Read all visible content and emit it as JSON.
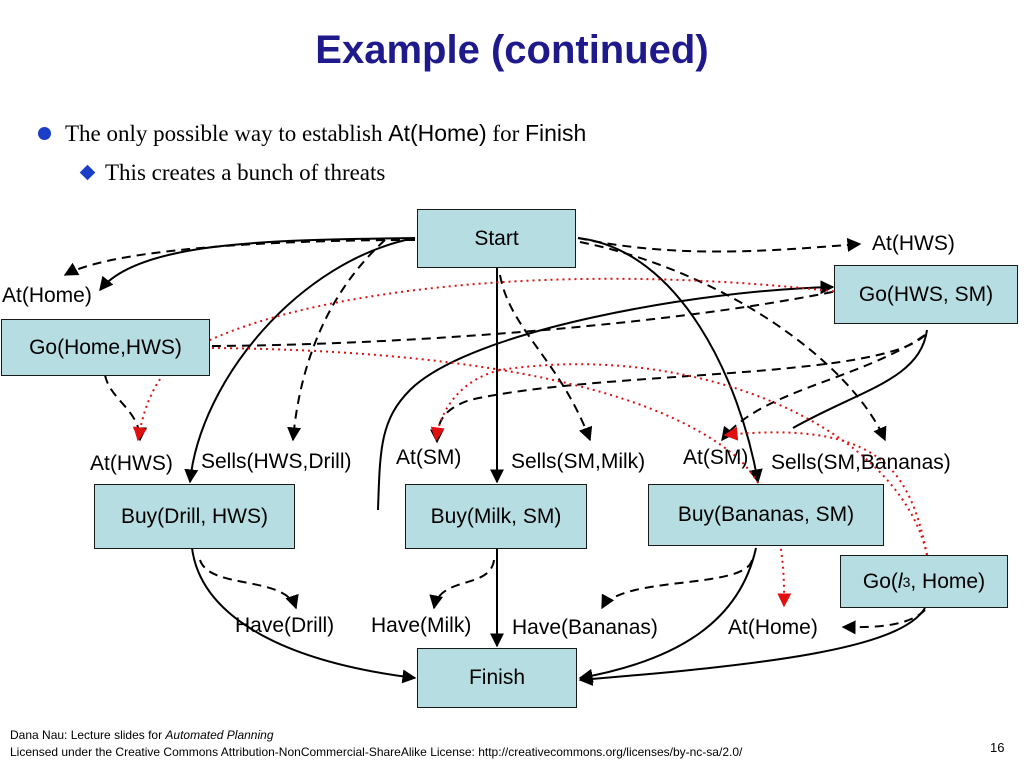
{
  "slide": {
    "title": "Example (continued)",
    "bullet1": {
      "pre": "The only possible way to establish ",
      "code1": "At(Home)",
      "mid": " for ",
      "code2": "Finish"
    },
    "bullet2": "This creates a bunch of threats",
    "page_number": "16"
  },
  "nodes": {
    "start": "Start",
    "finish": "Finish",
    "go_hws_sm": "Go(HWS, SM)",
    "go_home_hws": "Go(Home,HWS)",
    "buy_drill": "Buy(Drill, HWS)",
    "buy_milk": "Buy(Milk, SM)",
    "buy_bananas": "Buy(Bananas, SM)",
    "go_l3_home": {
      "pre": "Go(",
      "var": "l",
      "sub": "3",
      "post": ", Home)"
    }
  },
  "labels": {
    "at_hws_top": "At(HWS)",
    "at_home_left": "At(Home)",
    "at_hws_mid": "At(HWS)",
    "sells_hws_drill": "Sells(HWS,Drill)",
    "at_sm_1": "At(SM)",
    "sells_sm_milk": "Sells(SM,Milk)",
    "at_sm_2": "At(SM)",
    "sells_sm_bananas": "Sells(SM,Bananas)",
    "have_drill": "Have(Drill)",
    "have_milk": "Have(Milk)",
    "have_bananas": "Have(Bananas)",
    "at_home_bottom": "At(Home)"
  },
  "footer": {
    "line1_pre": "Dana Nau: Lecture slides for ",
    "line1_italic": "Automated Planning",
    "line2": "Licensed under the Creative Commons Attribution-NonCommercial-ShareAlike License: http://creativecommons.org/licenses/by-nc-sa/2.0/"
  },
  "colors": {
    "title": "#1f1a8c",
    "bullet": "#1a3ec7",
    "box_fill": "#b6dde1",
    "threat_arrow": "#e01010",
    "arrow": "#000000"
  }
}
